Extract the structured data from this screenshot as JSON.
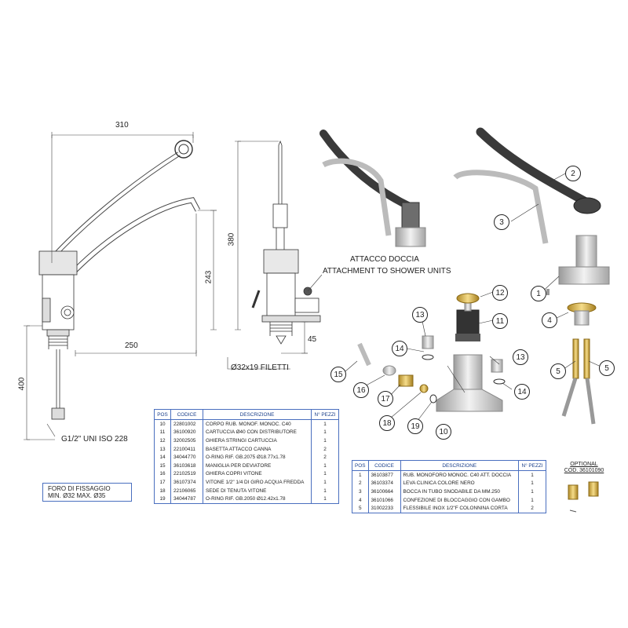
{
  "dimensions": {
    "width_310": "310",
    "height_243": "243",
    "width_250": "250",
    "height_400": "400",
    "height_380": "380",
    "height_45": "45",
    "thread": "Ø32x19 FILETTI",
    "inlet": "G1/2\" UNI ISO 228"
  },
  "shower": {
    "line1": "ATTACCO DOCCIA",
    "line2": "ATTACHMENT TO SHOWER UNITS"
  },
  "fixing_note": {
    "line1": "FORO DI FISSAGGIO",
    "line2": "MIN. Ø32 MAX. Ø35"
  },
  "optional": {
    "line1": "OPTIONAL",
    "line2": "COD. 36101090"
  },
  "callouts": [
    "1",
    "2",
    "3",
    "4",
    "5",
    "5",
    "10",
    "11",
    "12",
    "13",
    "13",
    "14",
    "14",
    "15",
    "16",
    "17",
    "18",
    "19"
  ],
  "table_left": {
    "headers": [
      "POS",
      "CODICE",
      "DESCRIZIONE",
      "N° PEZZI"
    ],
    "rows": [
      [
        "10",
        "22801002",
        "CORPO RUB. MONOF. MONOC. C40",
        "1"
      ],
      [
        "11",
        "36100920",
        "CARTUCCIA Ø40 CON DISTRIBUTORE",
        "1"
      ],
      [
        "12",
        "32002505",
        "GHIERA STRINGI CARTUCCIA",
        "1"
      ],
      [
        "13",
        "22100411",
        "BASETTA ATTACCO CANNA",
        "2"
      ],
      [
        "14",
        "34044770",
        "O-RING RIF. GB.2075 Ø18.77x1.78",
        "2"
      ],
      [
        "15",
        "36103618",
        "MANIGLIA PER DEVIATORE",
        "1"
      ],
      [
        "16",
        "22102519",
        "GHIERA COPRI VITONE",
        "1"
      ],
      [
        "17",
        "36107374",
        "VITONE 1/2\" 1/4 DI GIRO ACQUA FREDDA",
        "1"
      ],
      [
        "18",
        "22106065",
        "SEDE DI TENUTA VITONE",
        "1"
      ],
      [
        "19",
        "34044787",
        "O-RING RIF. GB.2050 Ø12.42x1.78",
        "1"
      ]
    ]
  },
  "table_right": {
    "headers": [
      "POS",
      "CODICE",
      "DESCRIZIONE",
      "N° PEZZI"
    ],
    "rows": [
      [
        "1",
        "36103877",
        "RUB. MONOFORO MONOC. C40 ATT. DOCCIA",
        "1"
      ],
      [
        "2",
        "36103374",
        "LEVA CLINICA COLORE NERO",
        "1"
      ],
      [
        "3",
        "36100664",
        "BOCCA IN TUBO SNODABILE DA MM.250",
        "1"
      ],
      [
        "4",
        "36101066",
        "CONFEZIONE DI BLOCCAGGIO CON GAMBO",
        "1"
      ],
      [
        "5",
        "31002233",
        "FLESSIBILE INOX 1/2\"F COLONNINA CORTA",
        "2"
      ]
    ]
  }
}
